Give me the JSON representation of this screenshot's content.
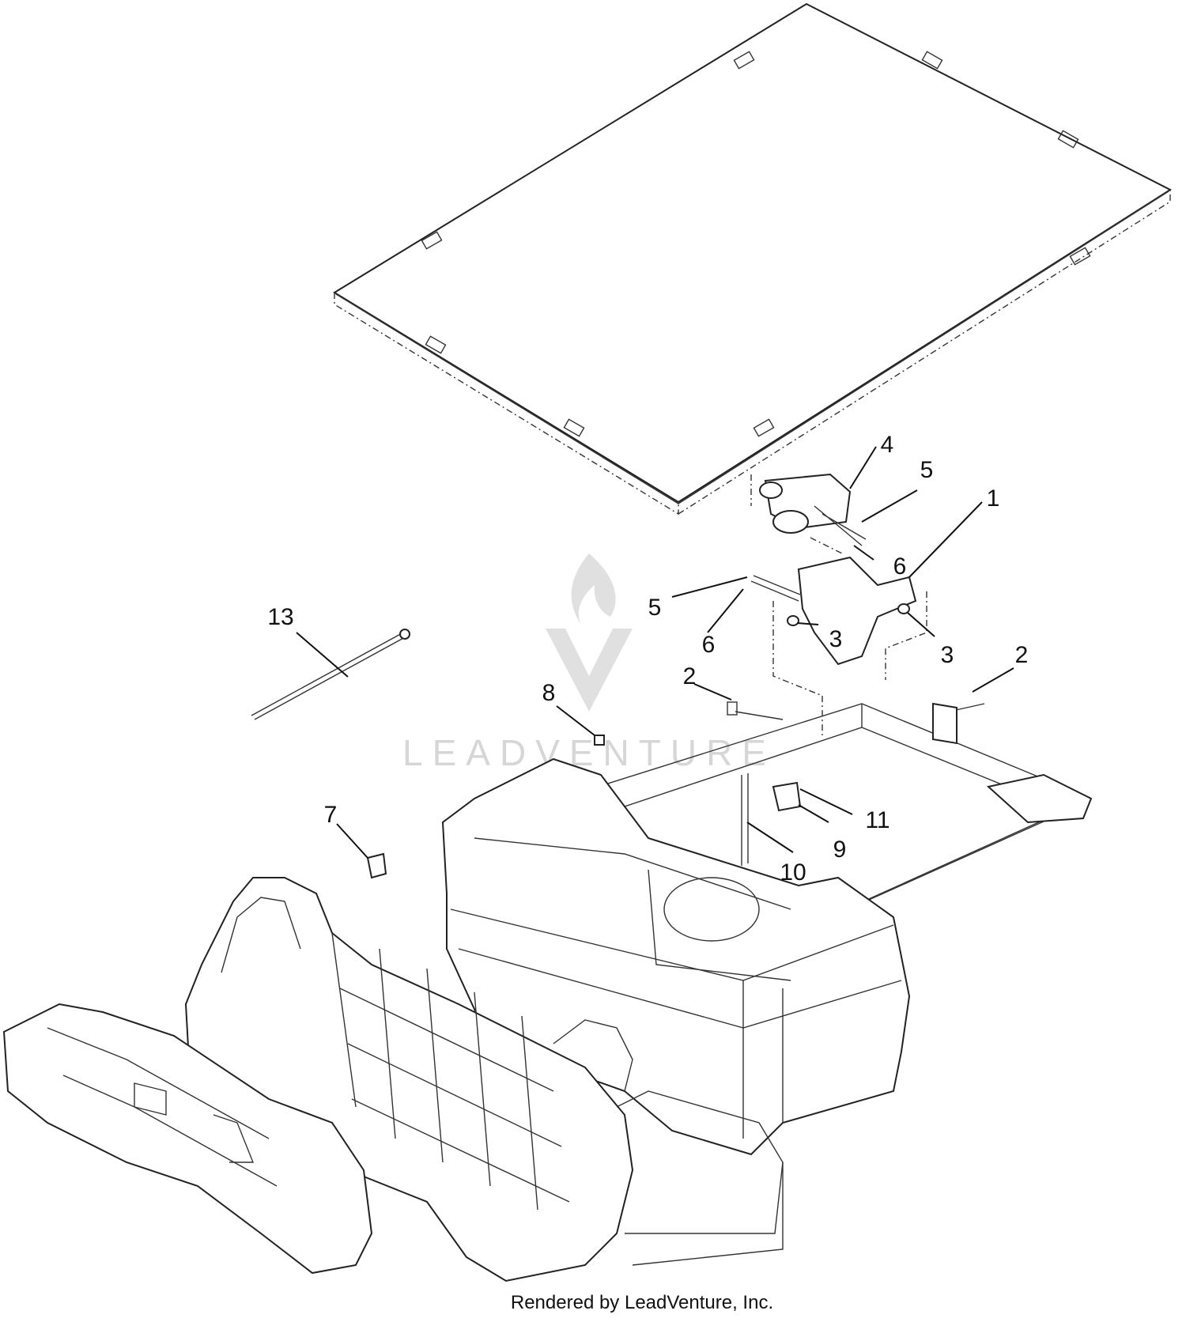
{
  "callouts": [
    {
      "label": "1"
    },
    {
      "label": "2"
    },
    {
      "label": "2"
    },
    {
      "label": "3"
    },
    {
      "label": "3"
    },
    {
      "label": "4"
    },
    {
      "label": "5"
    },
    {
      "label": "5"
    },
    {
      "label": "6"
    },
    {
      "label": "6"
    },
    {
      "label": "7"
    },
    {
      "label": "8"
    },
    {
      "label": "9"
    },
    {
      "label": "10"
    },
    {
      "label": "11"
    },
    {
      "label": "13"
    }
  ],
  "watermark": {
    "text": "LEADVENTURE",
    "icon": "leadventure-flame-logo"
  },
  "footer": {
    "credit": "Rendered by LeadVenture, Inc."
  }
}
